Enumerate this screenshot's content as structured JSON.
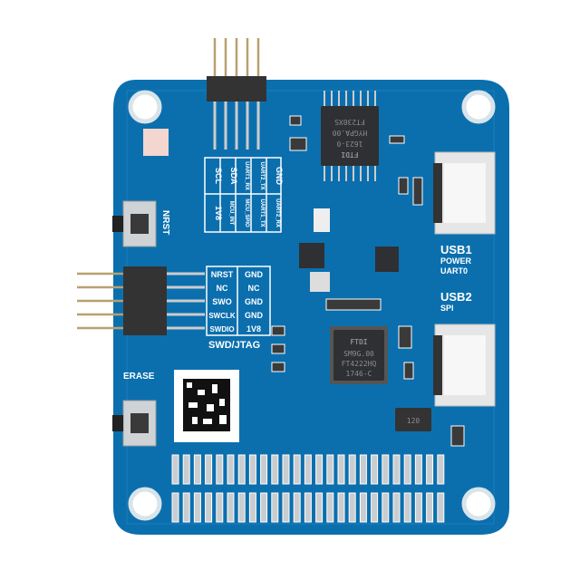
{
  "board": {
    "color": "#0b6fae",
    "buttons": {
      "nrst": "NRST",
      "erase": "ERASE"
    },
    "usb1": {
      "title": "USB1",
      "line1": "POWER",
      "line2": "UART0"
    },
    "usb2": {
      "title": "USB2",
      "line1": "SPI"
    },
    "top_header_labels": [
      [
        "SCL",
        "1V8"
      ],
      [
        "SDA",
        "MCU_INT"
      ],
      [
        "UART1_RX",
        "MCU_SPIO"
      ],
      [
        "UART2_TX",
        "UART1_TX"
      ],
      [
        "GND",
        "UART2_RX"
      ]
    ],
    "swd_labels": [
      [
        "NRST",
        "GND"
      ],
      [
        "NC",
        "NC"
      ],
      [
        "SWO",
        "GND"
      ],
      [
        "SWCLK",
        "GND"
      ],
      [
        "SWDIO",
        "1V8"
      ]
    ],
    "swd_title": "SWD/JTAG",
    "chip_small": [
      "FTDI",
      "1623-0",
      "HYGPA.00",
      "FT230XS"
    ],
    "chip_main": [
      "FTDI",
      "SM9G.00",
      "FT4222HQ",
      "1746-C"
    ],
    "crystal": "120"
  }
}
